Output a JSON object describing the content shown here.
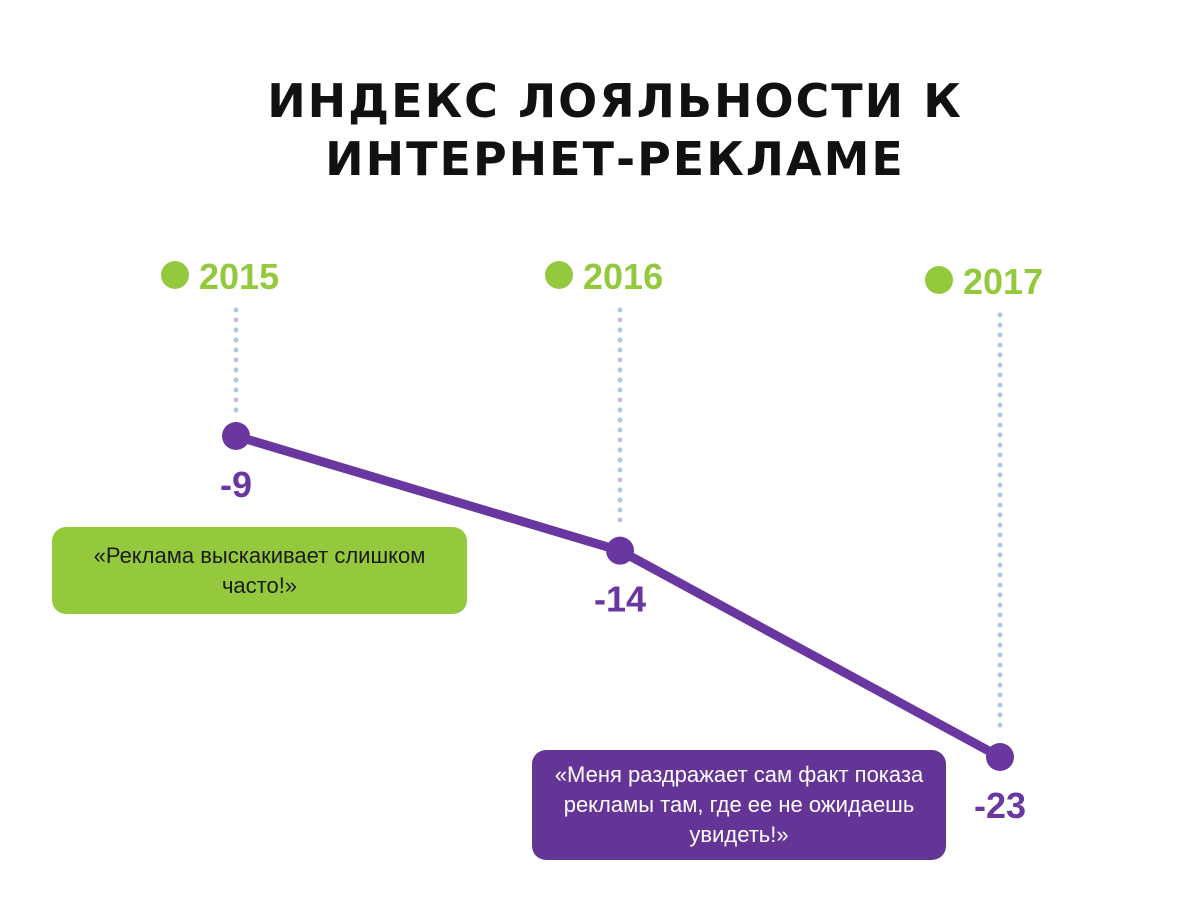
{
  "title_lines": [
    "ИНДЕКС ЛОЯЛЬНОСТИ К",
    "ИНТЕРНЕТ-РЕКЛАМЕ"
  ],
  "colors": {
    "accent_green": "#95c93d",
    "line_purple": "#6a36a0",
    "guide_blue": "#b4c6e4",
    "callout_purple": "#643597",
    "title": "#111111"
  },
  "callouts": {
    "green_text": "«Реклама выскакивает слишком часто!»",
    "purple_text": "«Меня раздражает сам факт показа рекламы там, где ее не ожидаешь увидеть!»"
  },
  "chart_data": {
    "type": "line",
    "title": "ИНДЕКС ЛОЯЛЬНОСТИ К ИНТЕРНЕТ-РЕКЛАМЕ",
    "categories": [
      "2015",
      "2016",
      "2017"
    ],
    "series": [
      {
        "values": [
          -9,
          -14,
          -23
        ]
      }
    ],
    "data_labels": [
      "-9",
      "-14",
      "-23"
    ],
    "grid": false,
    "legend": "none"
  }
}
